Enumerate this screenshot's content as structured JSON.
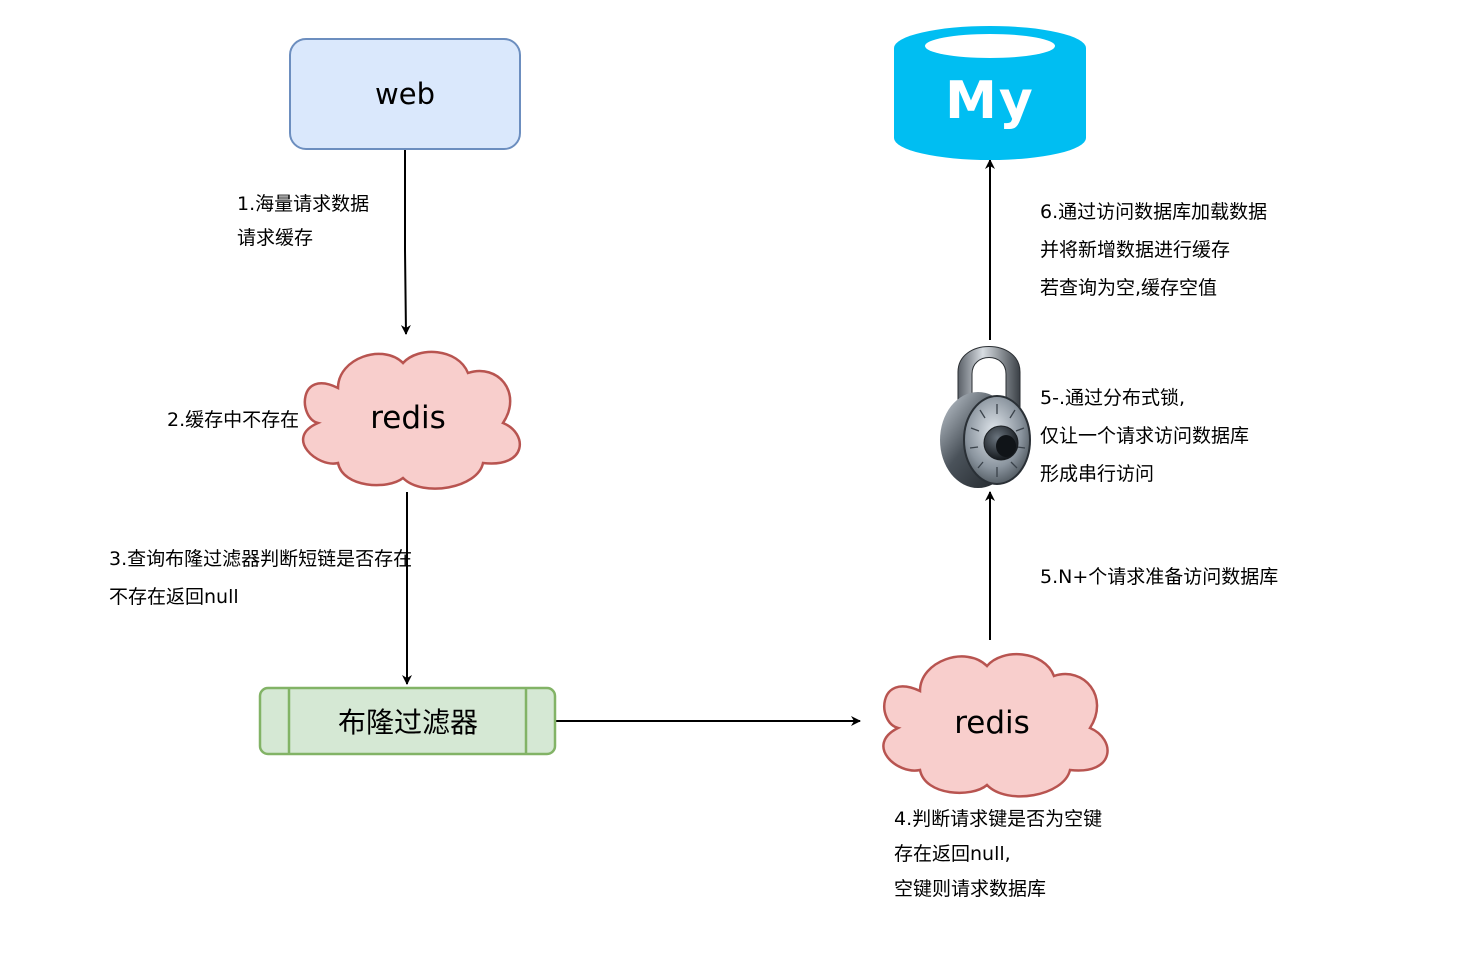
{
  "nodes": {
    "web": {
      "label": "web",
      "fill": "#dae8fc",
      "stroke": "#6c8ebf"
    },
    "redis_top": {
      "label": "redis",
      "fill": "#f8cecc",
      "stroke": "#b85450"
    },
    "bloom_filter": {
      "label": "布隆过滤器",
      "fill": "#d5e8d4",
      "stroke": "#82b366"
    },
    "redis_bottom": {
      "label": "redis",
      "fill": "#f8cecc",
      "stroke": "#b85450"
    },
    "mysql": {
      "label": "My",
      "fill": "#00bef2",
      "text_color": "#ffffff"
    },
    "lock": {
      "icon": "padlock-icon"
    }
  },
  "annotations": {
    "step1": {
      "lines": [
        "1.海量请求数据",
        "请求缓存"
      ]
    },
    "step2": {
      "lines": [
        "2.缓存中不存在"
      ]
    },
    "step3": {
      "lines": [
        "3.查询布隆过滤器判断短链是否存在",
        "不存在返回null"
      ]
    },
    "step4": {
      "lines": [
        "4.判断请求键是否为空键",
        "存在返回null,",
        "空键则请求数据库"
      ]
    },
    "step5": {
      "lines": [
        "5.N+个请求准备访问数据库"
      ]
    },
    "step5b": {
      "lines": [
        "5-.通过分布式锁,",
        "仅让一个请求访问数据库",
        "形成串行访问"
      ]
    },
    "step6": {
      "lines": [
        "6.通过访问数据库加载数据",
        "并将新增数据进行缓存",
        "若查询为空,缓存空值"
      ]
    }
  },
  "edges": [
    {
      "from": "web",
      "to": "redis_top"
    },
    {
      "from": "redis_top",
      "to": "bloom_filter"
    },
    {
      "from": "bloom_filter",
      "to": "redis_bottom"
    },
    {
      "from": "redis_bottom",
      "to": "lock"
    },
    {
      "from": "lock",
      "to": "mysql"
    }
  ]
}
